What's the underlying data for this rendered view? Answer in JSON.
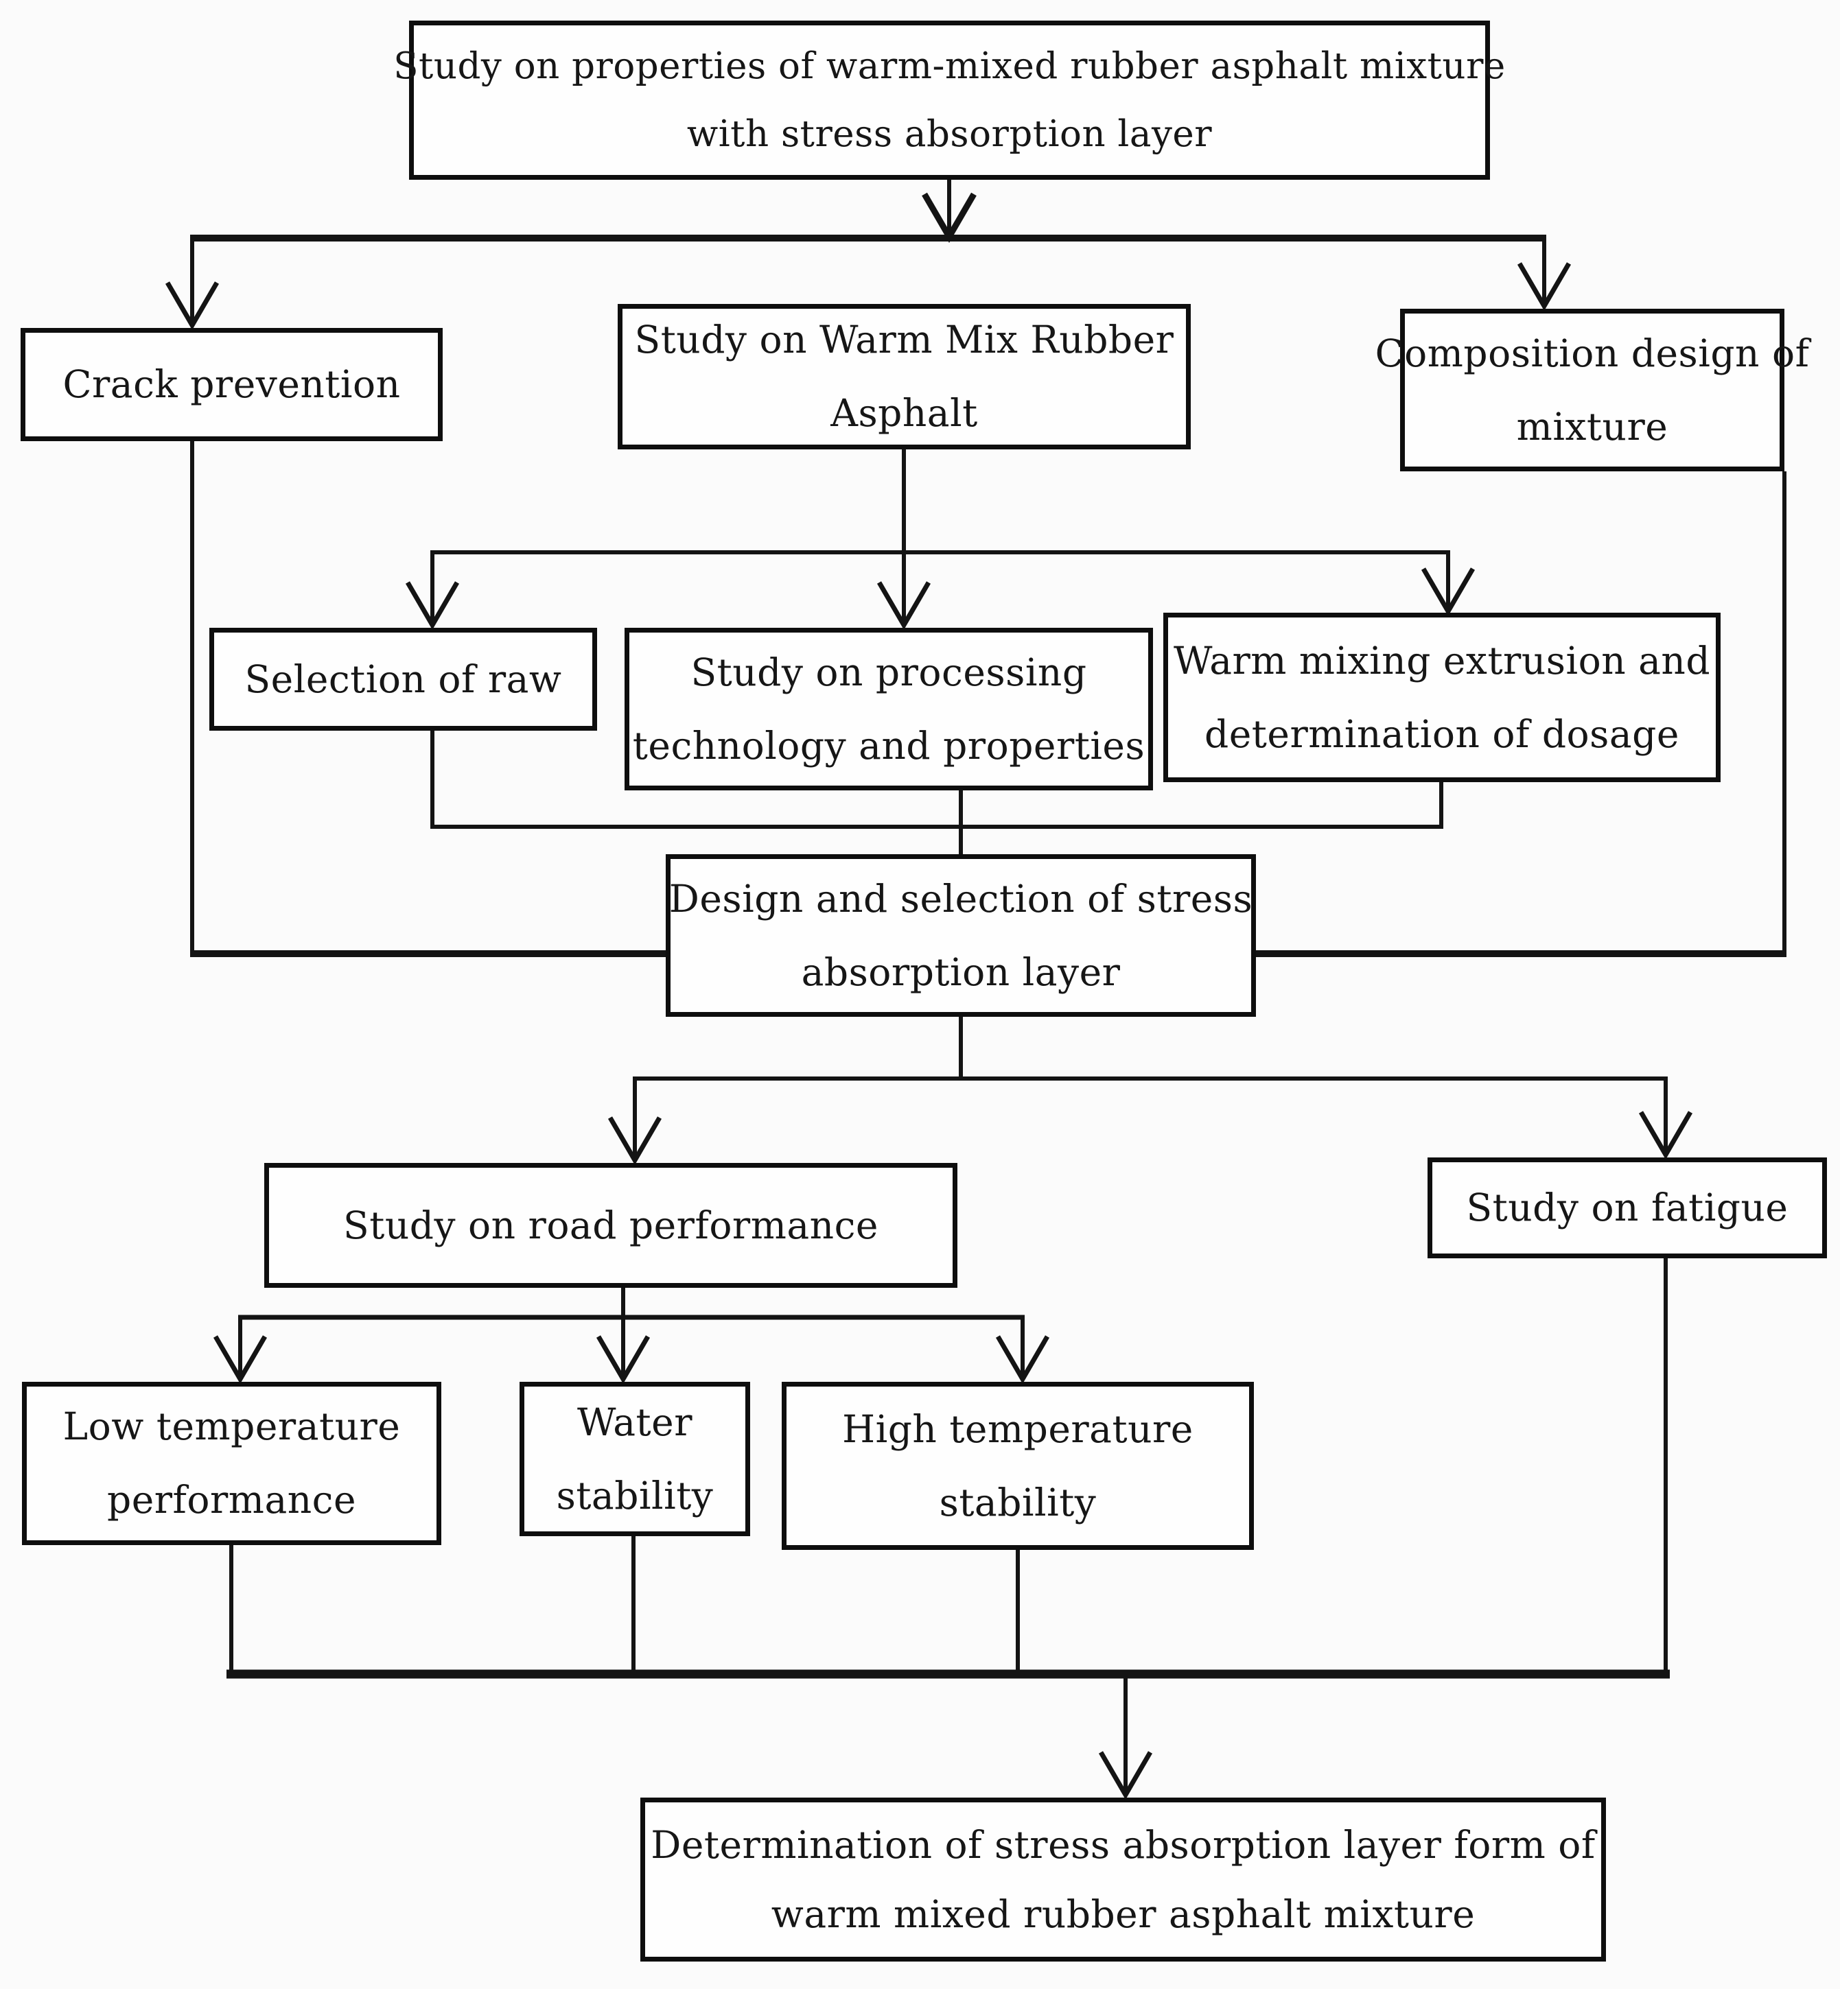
{
  "figure": {
    "type": "flowchart",
    "background_color": "#fbfbfb",
    "line_color": "#141414",
    "box_fill_color": "#fefefe",
    "nodes": {
      "root": {
        "line1": "Study on properties of warm-mixed rubber asphalt mixture",
        "line2": "with stress absorption layer"
      },
      "crack": {
        "line1": "Crack prevention"
      },
      "warm_mix_rubber": {
        "line1": "Study on Warm Mix Rubber",
        "line2": "Asphalt"
      },
      "composition": {
        "line1": "Composition design of",
        "line2": "mixture"
      },
      "selection": {
        "line1": "Selection of raw"
      },
      "processing": {
        "line1": "Study on processing",
        "line2": "technology and properties"
      },
      "warm_mixing": {
        "line1": "Warm mixing extrusion and",
        "line2": "determination of dosage"
      },
      "design": {
        "line1": "Design and selection of stress",
        "line2": "absorption layer"
      },
      "road": {
        "line1": "Study on road performance"
      },
      "fatigue": {
        "line1": "Study on fatigue"
      },
      "low_temp": {
        "line1": "Low temperature",
        "line2": "performance"
      },
      "water": {
        "line1": "Water",
        "line2": "stability"
      },
      "high_temp": {
        "line1": "High temperature",
        "line2": "stability"
      },
      "determination": {
        "line1": "Determination of stress absorption layer form of",
        "line2": "warm mixed rubber asphalt mixture"
      }
    }
  }
}
